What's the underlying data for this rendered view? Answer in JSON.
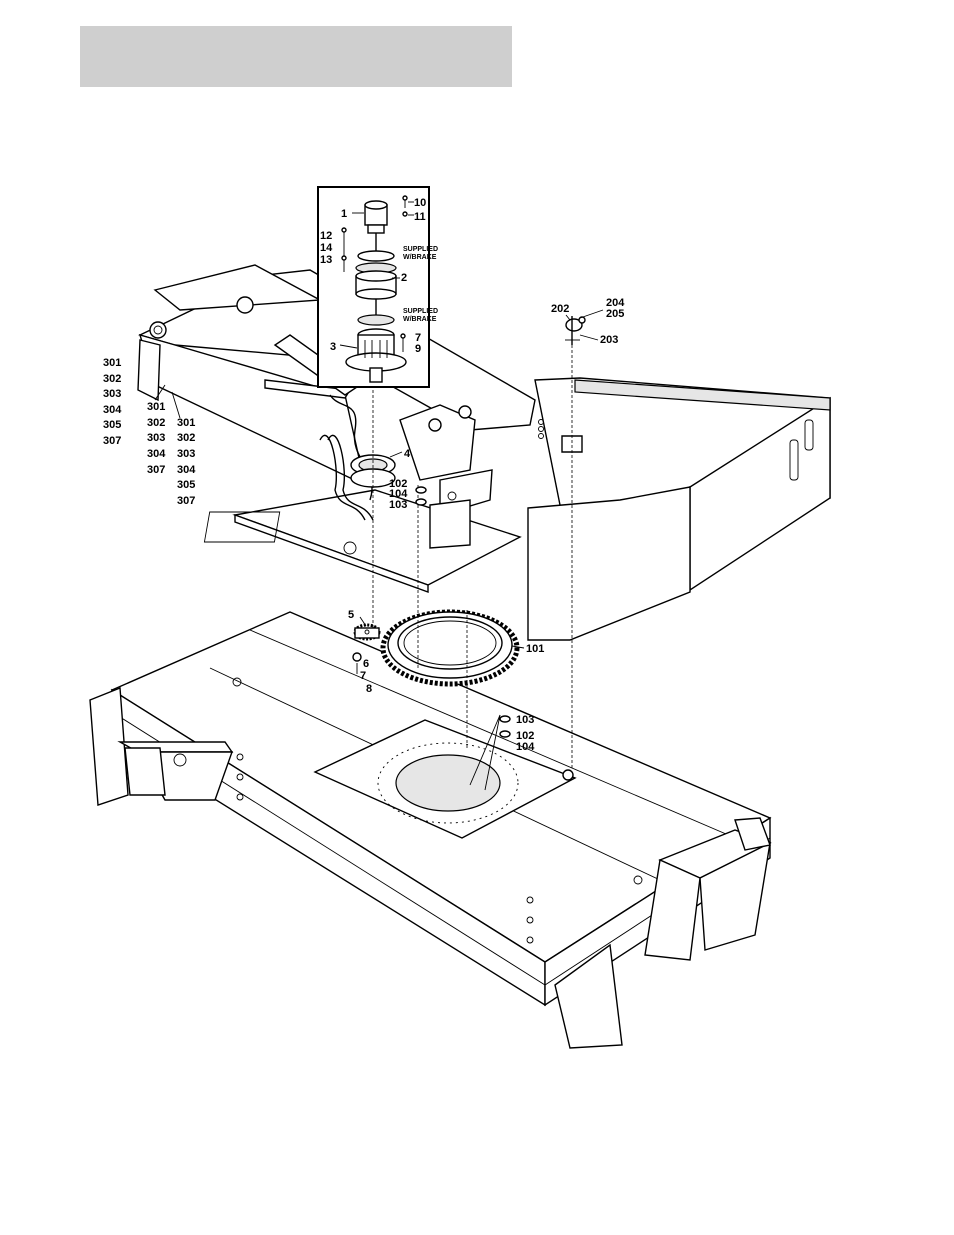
{
  "header": {
    "bar_color": "#cfcfcf"
  },
  "inset": {
    "label_1": "1",
    "label_10": "10",
    "label_11": "11",
    "label_12": "12",
    "label_14": "14",
    "label_13": "13",
    "supplied_1_line1": "SUPPLIED",
    "supplied_1_line2": "W/BRAKE",
    "label_2": "2",
    "supplied_2_line1": "SUPPLIED",
    "supplied_2_line2": "W/BRAKE",
    "label_3": "3",
    "label_7": "7",
    "label_9": "9"
  },
  "callouts": {
    "label_4": "4",
    "label_102_upper": "102",
    "label_104_upper": "104",
    "label_103_upper": "103",
    "label_5": "5",
    "label_6": "6",
    "label_7_lower": "7",
    "label_8": "8",
    "label_101": "101",
    "label_103_lower": "103",
    "label_102_lower": "102",
    "label_104_lower": "104",
    "label_202": "202",
    "label_204": "204",
    "label_205": "205",
    "label_203": "203"
  },
  "left_callouts": {
    "col1": [
      "301",
      "302",
      "303",
      "304",
      "305",
      "307"
    ],
    "col2": [
      "301",
      "302",
      "303",
      "304",
      "307"
    ],
    "col3": [
      "301",
      "302",
      "303",
      "304",
      "305",
      "307"
    ]
  }
}
